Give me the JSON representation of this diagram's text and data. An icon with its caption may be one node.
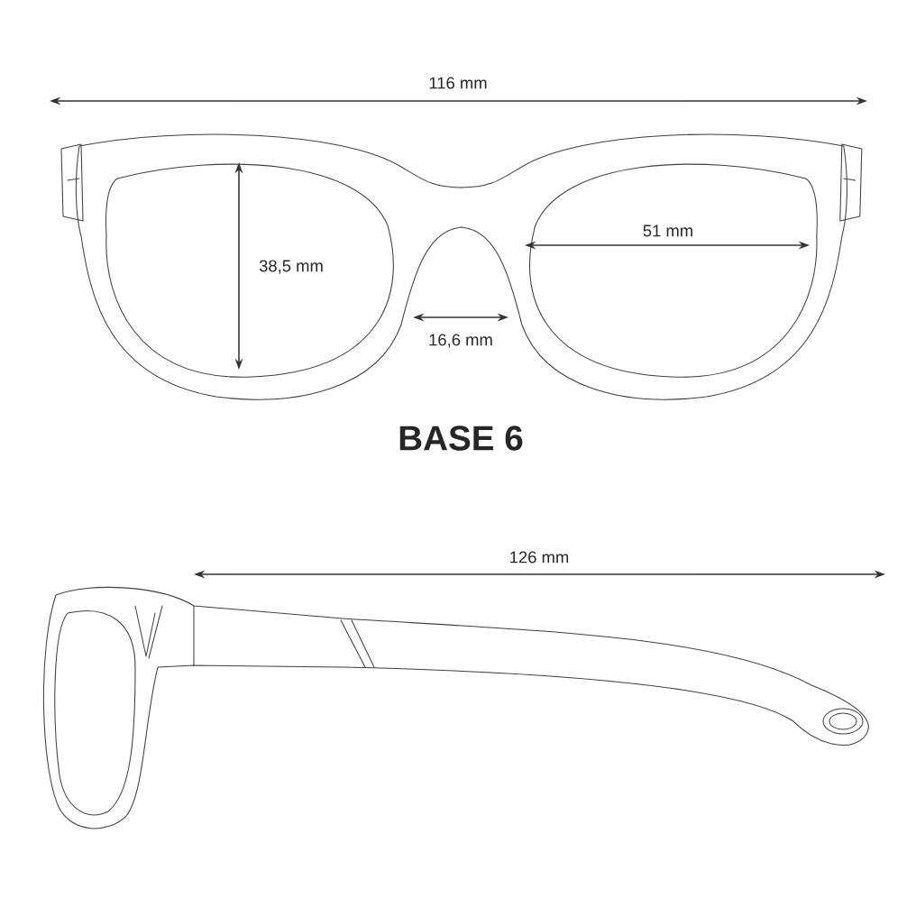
{
  "diagram": {
    "labels": [
      "116 mm",
      "38,5 mm",
      "51 mm",
      "16,6 mm",
      "BASE 6",
      "126 mm"
    ]
  }
}
